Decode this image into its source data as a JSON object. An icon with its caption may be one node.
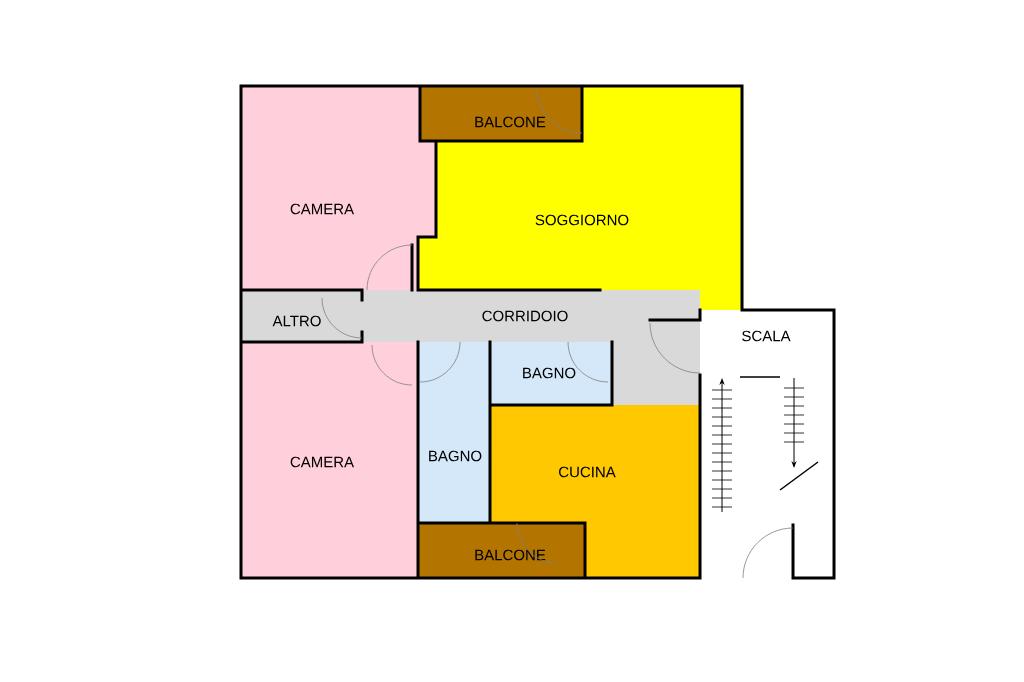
{
  "diagram": {
    "nodes": [
      {
        "text": [
          "CAMERA"
        ]
      },
      {
        "text": [
          "BALCONE"
        ]
      },
      {
        "text": [
          "SOGGIORNO"
        ]
      },
      {
        "text": [
          "ALTRO"
        ]
      },
      {
        "text": [
          "CORRIDOIO"
        ]
      },
      {
        "text": [
          "SCALA"
        ]
      },
      {
        "text": [
          "BAGNO"
        ]
      },
      {
        "text": [
          "CAMERA"
        ]
      },
      {
        "text": [
          "BAGNO"
        ]
      },
      {
        "text": [
          "CUCINA"
        ]
      },
      {
        "text": [
          "BALCONE"
        ]
      }
    ]
  }
}
